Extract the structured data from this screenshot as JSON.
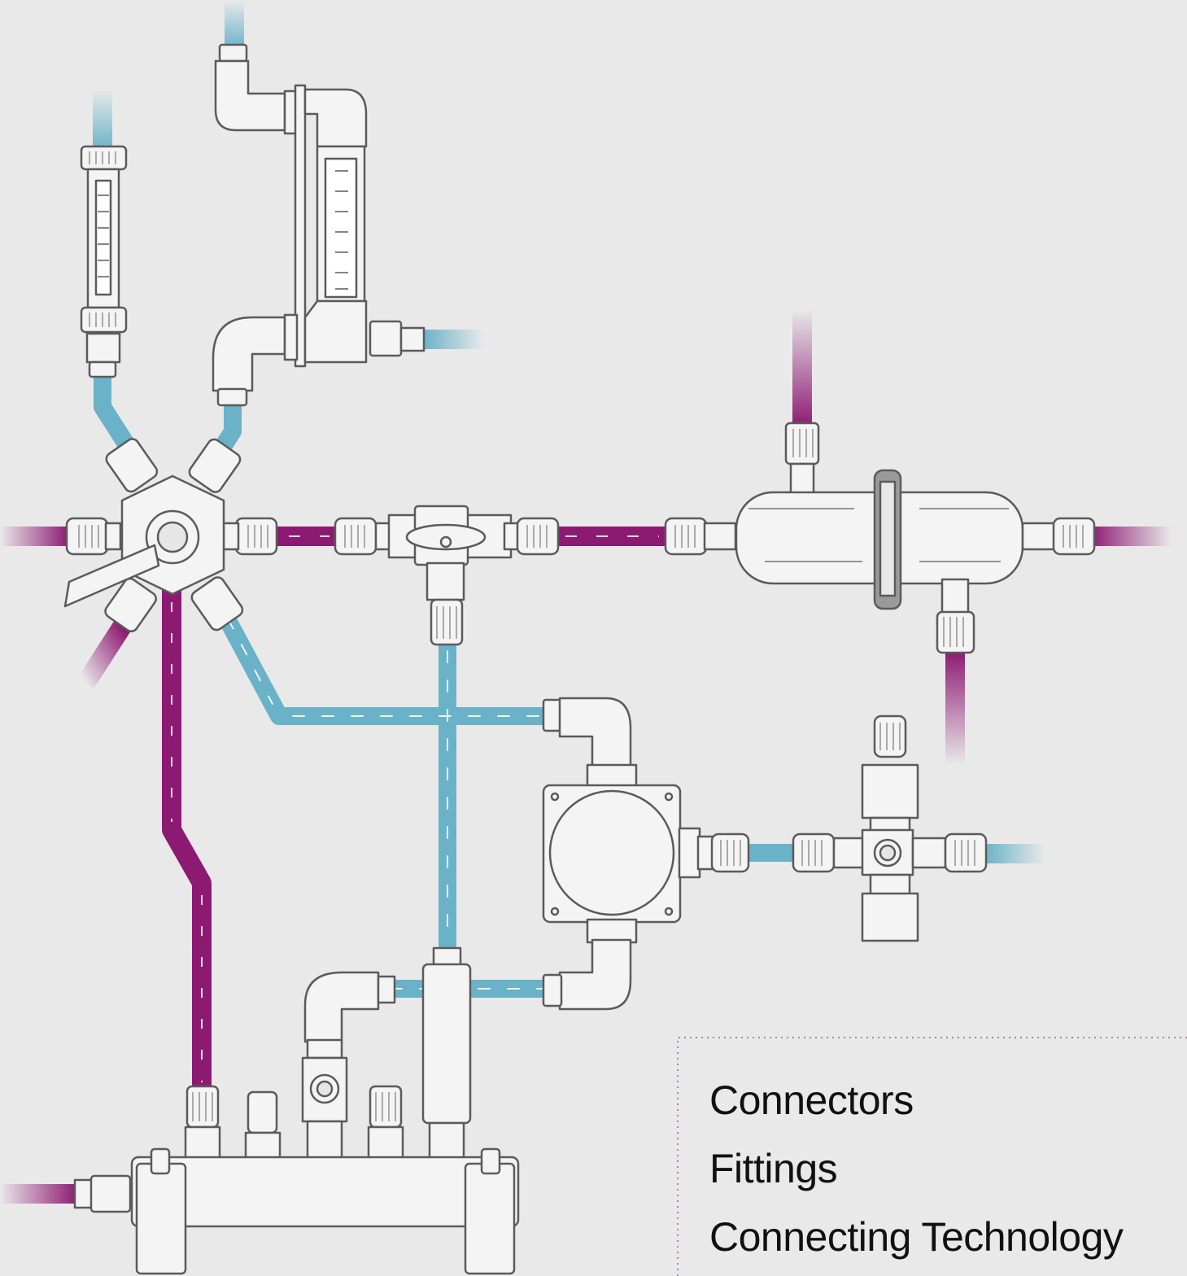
{
  "labels": [
    "Connectors",
    "Fittings",
    "Connecting Technology"
  ],
  "colors": {
    "background": "#e9e9ea",
    "water": "#6ab2c8",
    "chemical": "#8d1a72",
    "fitting_fill": "#f4f4f4",
    "fitting_stroke": "#5b5b5b",
    "frame_border": "#a05a96"
  }
}
